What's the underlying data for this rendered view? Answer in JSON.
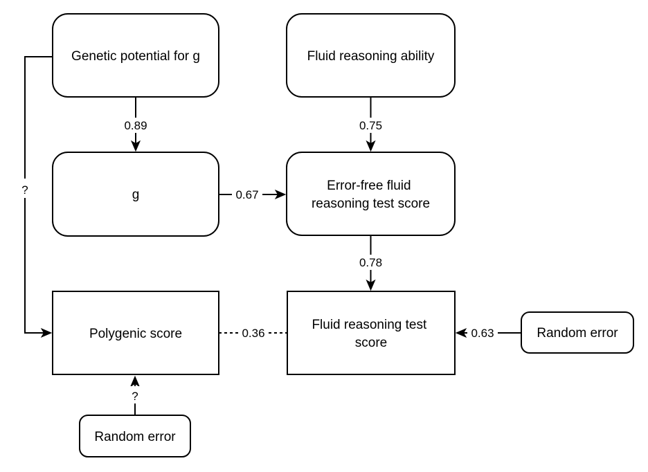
{
  "diagram": {
    "type": "path-diagram",
    "colors": {
      "background": "#ffffff",
      "stroke": "#000000",
      "text": "#000000"
    },
    "nodes": {
      "genetic_potential": {
        "label": "Genetic potential for g",
        "shape": "rounded-rect"
      },
      "fluid_ability": {
        "label": "Fluid reasoning ability",
        "shape": "rounded-rect"
      },
      "g": {
        "label": "g",
        "shape": "rounded-rect"
      },
      "error_free": {
        "label": "Error-free fluid reasoning test score",
        "line1": "Error-free fluid",
        "line2": "reasoning test score",
        "shape": "rounded-rect"
      },
      "polygenic": {
        "label": "Polygenic score",
        "shape": "rect"
      },
      "fluid_test": {
        "label": "Fluid reasoning test score",
        "line1": "Fluid reasoning test",
        "line2": "score",
        "shape": "rect"
      },
      "random_error_right": {
        "label": "Random error",
        "shape": "rounded-rect"
      },
      "random_error_bottom": {
        "label": "Random error",
        "shape": "rounded-rect"
      }
    },
    "edges": {
      "genetic_to_g": {
        "label": "0.89",
        "from": "Genetic potential for g",
        "to": "g",
        "style": "solid-arrow"
      },
      "fluid_to_errorfree": {
        "label": "0.75",
        "from": "Fluid reasoning ability",
        "to": "Error-free fluid reasoning test score",
        "style": "solid-arrow"
      },
      "g_to_errorfree": {
        "label": "0.67",
        "from": "g",
        "to": "Error-free fluid reasoning test score",
        "style": "solid-arrow"
      },
      "errorfree_to_fluidtest": {
        "label": "0.78",
        "from": "Error-free fluid reasoning test score",
        "to": "Fluid reasoning test score",
        "style": "solid-arrow"
      },
      "genetic_to_polygenic": {
        "label": "?",
        "from": "Genetic potential for g",
        "to": "Polygenic score",
        "style": "solid-arrow-elbow"
      },
      "polygenic_fluidtest_corr": {
        "label": "0.36",
        "from": "Polygenic score",
        "to": "Fluid reasoning test score",
        "style": "dashed-no-arrow"
      },
      "randomerror_to_fluidtest": {
        "label": "0.63",
        "from": "Random error",
        "to": "Fluid reasoning test score",
        "style": "solid-arrow"
      },
      "randomerror_to_polygenic": {
        "label": "?",
        "from": "Random error",
        "to": "Polygenic score",
        "style": "solid-arrow"
      }
    }
  }
}
